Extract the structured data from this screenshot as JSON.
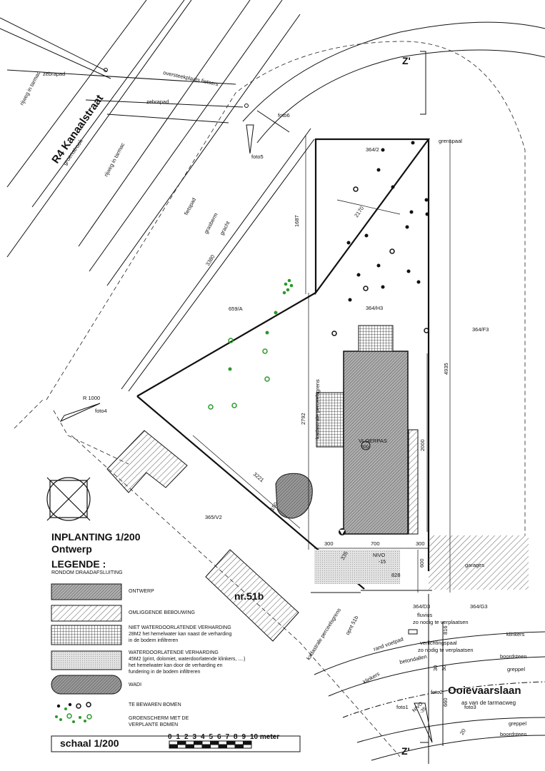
{
  "title": "INPLANTING 1/200",
  "subtitle": "Ontwerp",
  "legend": {
    "heading": "LEGENDE :",
    "subheading": "RONDOM DRAADAFSLUITING",
    "items": [
      {
        "label": "ONTWERP"
      },
      {
        "label": "OMLIGGENDE BEBOUWING"
      },
      {
        "label": "NIET WATERDOORLATENDE VERHARDING",
        "note1": "28M2 het hemelwater kan naast de verharding",
        "note2": "in de bodem infiltreren"
      },
      {
        "label": "WATERDOORLATENDE VERHARDING",
        "note1": "45M2 (grint, dolomiet, waterdoorlatende klinkers, ....)",
        "note2": "het hemelwater kan door de verharding en",
        "note3": "fundering in de bodem infiltreren"
      },
      {
        "label": "WADI"
      },
      {
        "label": "TE BEWAREN BOMEN"
      },
      {
        "label": "GROENSCHERM MET DE",
        "label2": "VERPLANTE BOMEN"
      }
    ]
  },
  "scale": {
    "label": "schaal 1/200",
    "ticks": [
      "0",
      "1",
      "2",
      "3",
      "4",
      "5",
      "6",
      "7",
      "8",
      "9",
      "10 meter"
    ]
  },
  "streets": {
    "main": "R4 Kanaalstraat",
    "main_sub": "groenstrook",
    "side": "Ooievaarslaan",
    "side_sub": "as van de tarmacweg"
  },
  "labels": {
    "rijweg1": "rijweg in tarmac",
    "rijweg2": "rijweg in tarmac",
    "zebrapad1": "zebrapad",
    "zebrapad2": "zebrapad",
    "oversteek": "oversteekplaats fietsers",
    "fietspad": "fietspad",
    "grasberm": "grasberm",
    "gracht": "gracht",
    "foto6": "foto6",
    "foto5": "foto5",
    "foto4": "foto4",
    "foto1": "foto1",
    "foto2": "foto2",
    "foto3": "foto3",
    "z_top": "Z'",
    "z_bottom": "Z'",
    "p364_2": "364/2",
    "p364_H3": "364/H3",
    "p364_F3": "364/F3",
    "p659_A": "659/A",
    "p365_V2": "365/V2",
    "p364_D3": "364/D3",
    "p364_G3": "364/G3",
    "grenspaal": "grenspaal",
    "garages": "garages",
    "vloerpas": "VLOERPAS",
    "vloerpas_val": "000",
    "nr51b": "nr.51b",
    "kadastrale1": "kadastrale perceelsgrens",
    "kadastrale2": "kadastrale perceelsgrens",
    "opnt": "opnt 51b",
    "rand_voetpad": "rand voetpad",
    "betondallen": "betondallen",
    "klinkers1": "klinkers",
    "klinkers2": "klinkers",
    "boordsteen1": "boordsteen",
    "boordsteen2": "boordsteen",
    "greppel1": "greppel",
    "greppel2": "greppel",
    "fluvius1": "fluvius",
    "fluvius2": "zo nodig te verplaatsen",
    "verlichting1": "verlichtingspaal",
    "verlichting2": "zo nodig te verplaatsen",
    "nivo": "NIVO",
    "nivo1_val": "-15",
    "nivo2_val": "-35"
  },
  "dimensions": {
    "d2170": "2170",
    "d1687": "1687",
    "d3380": "3380",
    "d4935": "4935",
    "d2792": "2792",
    "d2000": "2000",
    "d3221": "3221",
    "d150": "150",
    "d335": "335",
    "d300a": "300",
    "d700": "700",
    "d300b": "300",
    "d600": "600",
    "d828": "828",
    "r1000": "R 1000",
    "d816": "816",
    "d30a": "30",
    "d30b": "30",
    "d660": "660",
    "d20": "20"
  }
}
